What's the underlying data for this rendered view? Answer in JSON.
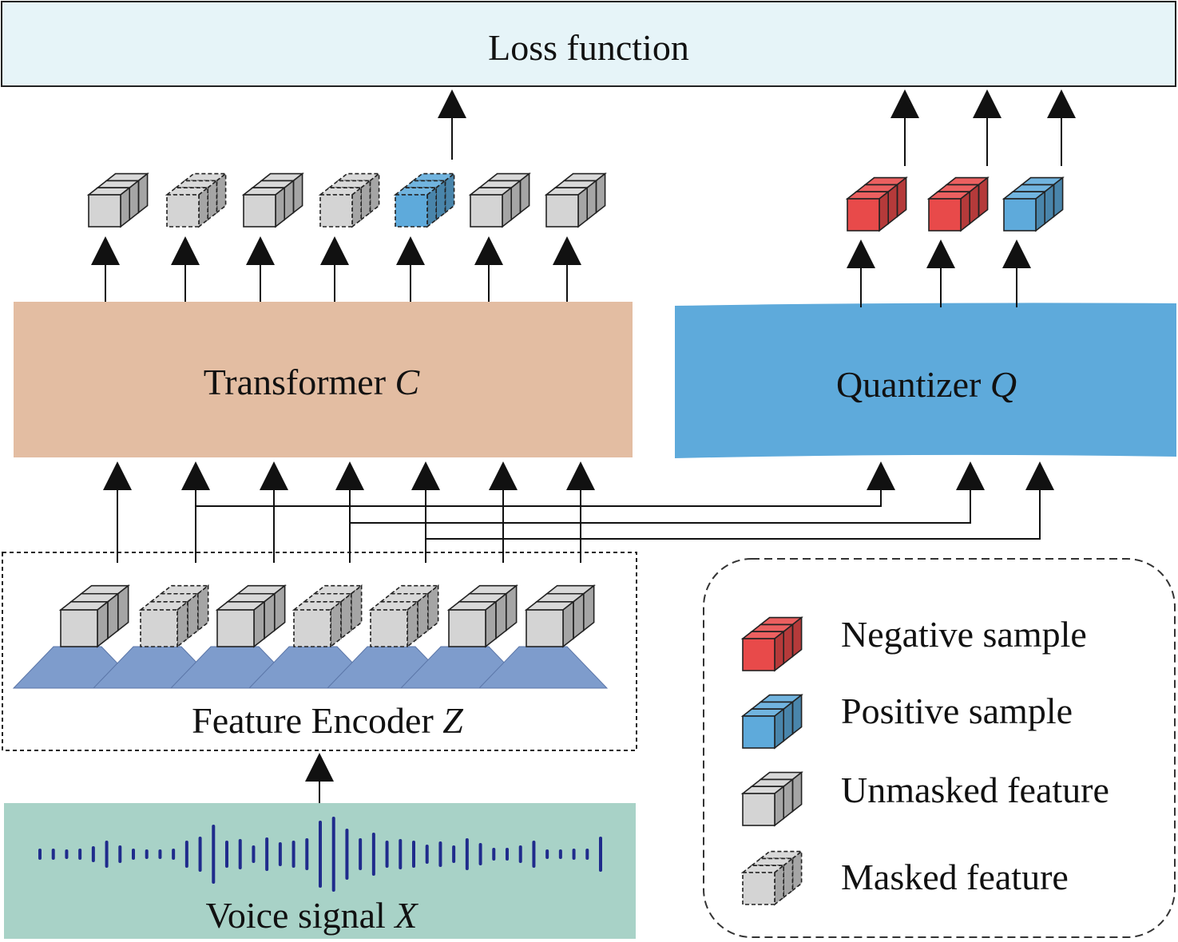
{
  "loss": {
    "label": "Loss function"
  },
  "transformer": {
    "label": "Transformer ",
    "symbol": "C"
  },
  "quantizer": {
    "label": "Quantizer ",
    "symbol": "Q"
  },
  "encoder": {
    "label": "Feature Encoder ",
    "symbol": "Z"
  },
  "signal": {
    "label": "Voice signal ",
    "symbol": "X"
  },
  "legend": {
    "items": [
      {
        "label": "Negative sample",
        "kind": "negative"
      },
      {
        "label": "Positive sample",
        "kind": "positive"
      },
      {
        "label": "Unmasked feature",
        "kind": "unmasked"
      },
      {
        "label": "Masked feature",
        "kind": "masked"
      }
    ]
  },
  "transformer_outputs": [
    "unmasked",
    "masked",
    "unmasked",
    "masked",
    "positive-masked",
    "unmasked",
    "unmasked"
  ],
  "quantizer_outputs": [
    "negative",
    "negative",
    "positive"
  ],
  "encoder_features": [
    "unmasked",
    "masked",
    "unmasked",
    "masked",
    "masked",
    "unmasked",
    "unmasked"
  ],
  "colors": {
    "loss_fill": "#e6f4f8",
    "transformer_fill": "#e3bda2",
    "quantizer_fill": "#5eaadb",
    "signal_fill": "#a8d2c7",
    "encoder_trapezoid": "#7e9ccc",
    "waveform": "#1f2b8c",
    "negative": "#e84a4a",
    "positive": "#5eaadb",
    "unmasked": "#d4d4d4"
  }
}
